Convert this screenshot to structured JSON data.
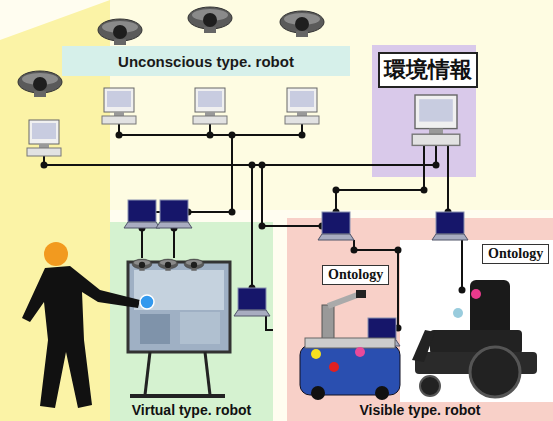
{
  "diagram": {
    "nodes": [
      {
        "text": [
          "Unconscious type. robot"
        ]
      },
      {
        "text": [
          "環境情報"
        ]
      },
      {
        "text": [
          "Virtual type. robot"
        ]
      },
      {
        "text": [
          "Visible type. robot"
        ]
      },
      {
        "text": [
          "Ontology"
        ],
        "in": 3
      },
      {
        "text": [
          "Ontology"
        ],
        "in": 3
      }
    ]
  }
}
